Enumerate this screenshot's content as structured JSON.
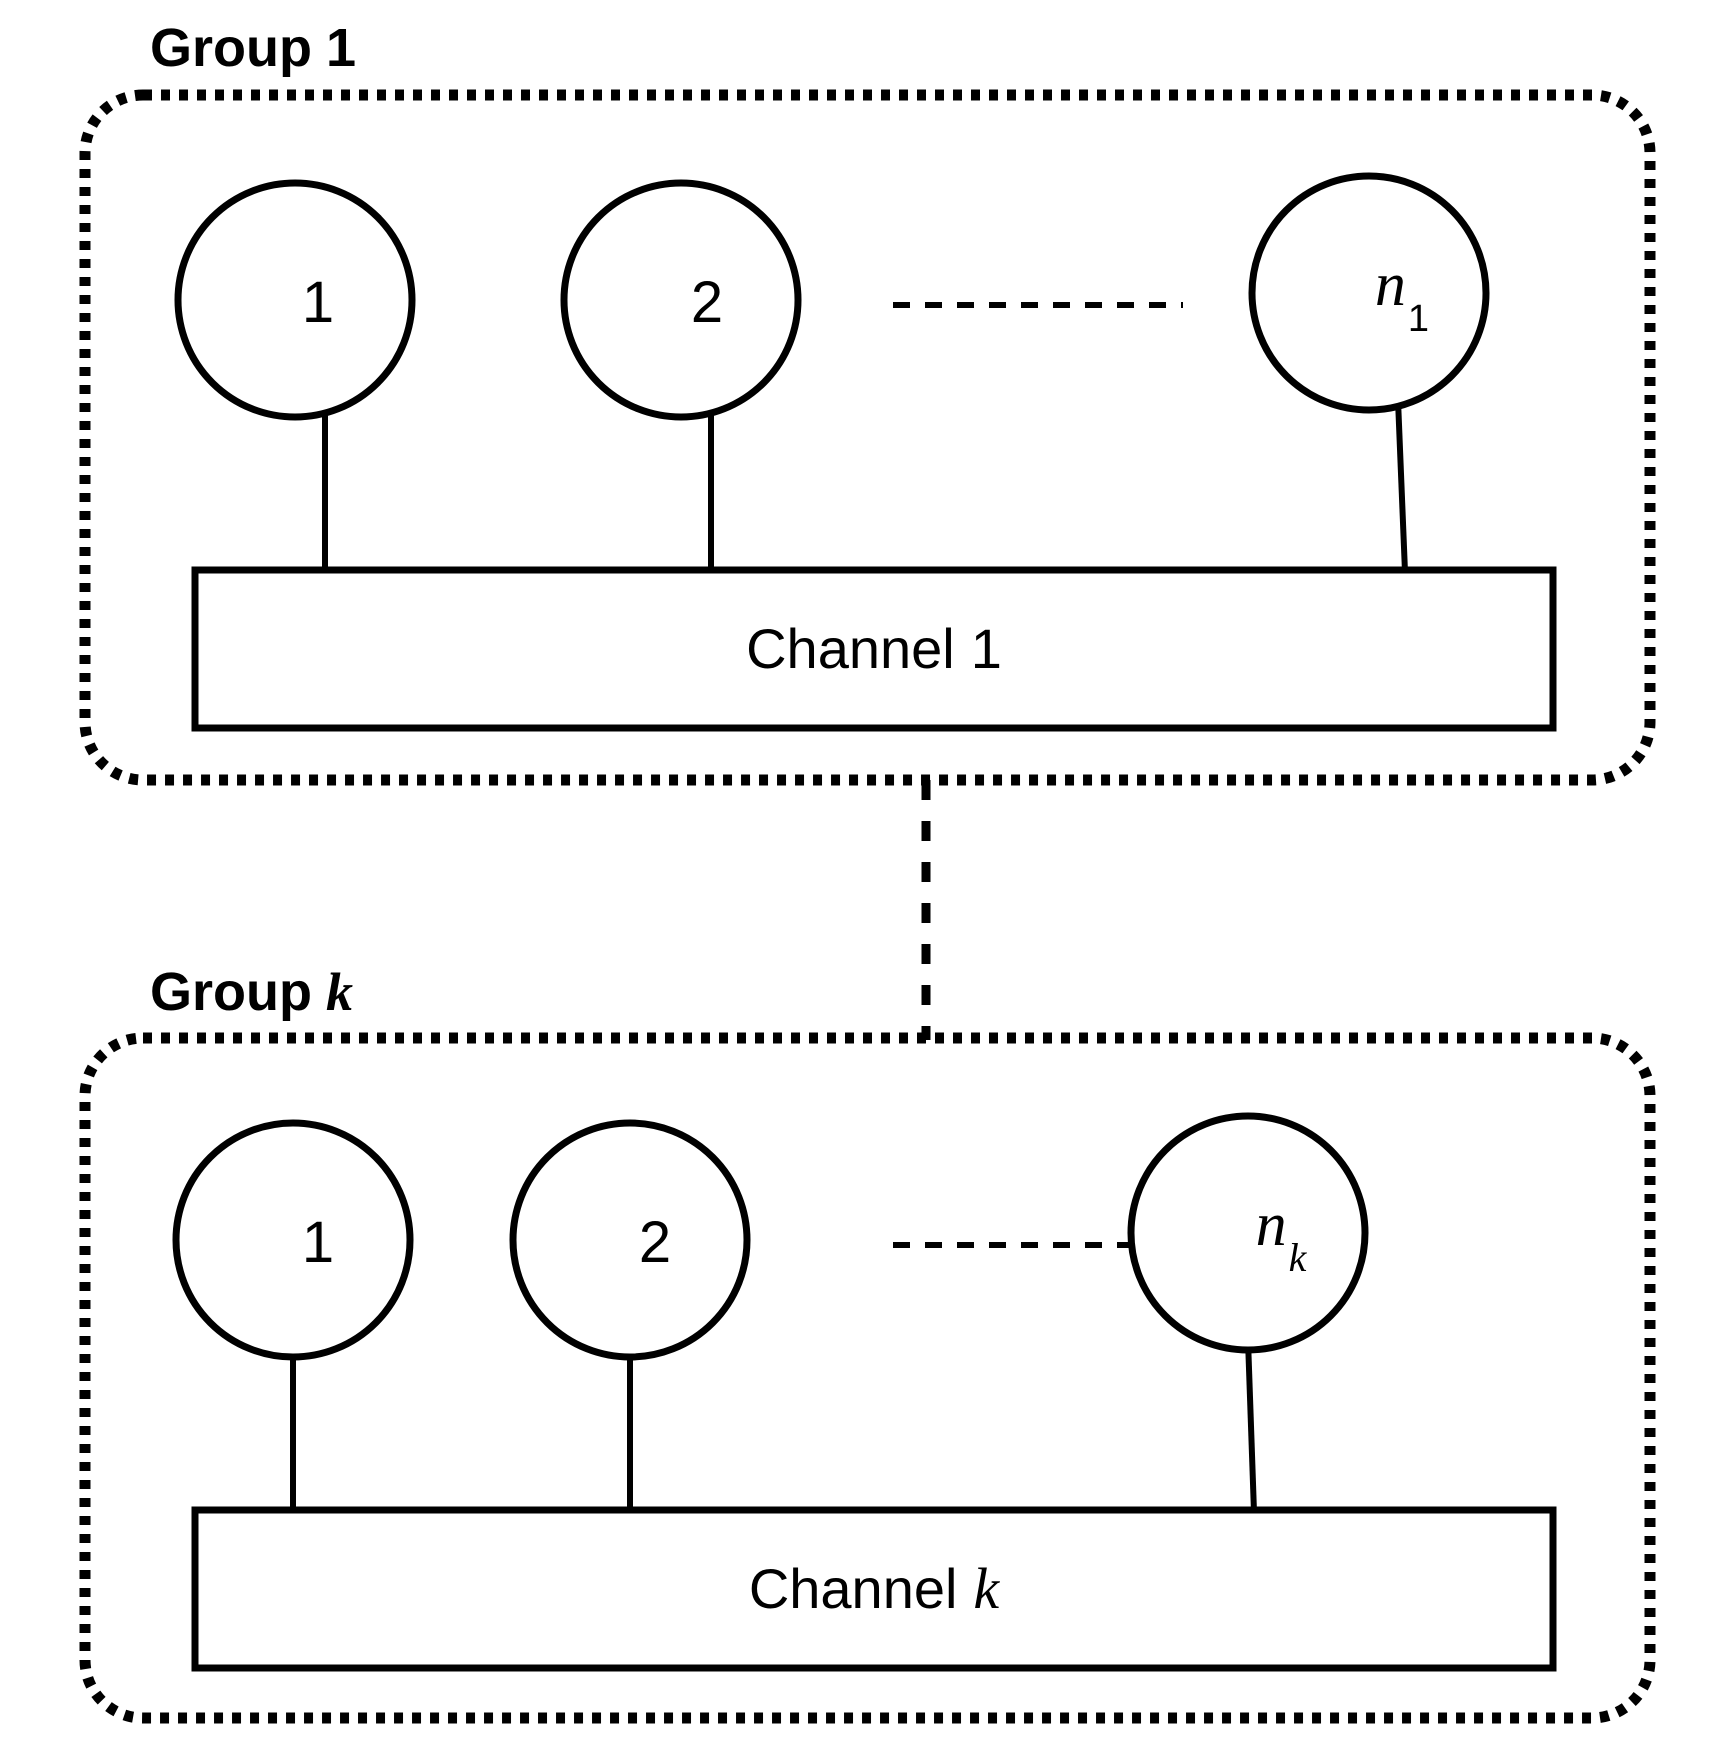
{
  "diagram": {
    "title": "Grouped nodes connected to shared channels",
    "colors": {
      "stroke": "#000000",
      "fill": "#ffffff",
      "background": "#ffffff"
    },
    "groups": [
      {
        "id": "group-1",
        "label_prefix": "Group",
        "label_index": "1",
        "label_index_italic": false,
        "nodes": [
          {
            "id": "g1-n1",
            "label": "1",
            "label_sub": "",
            "italic": false
          },
          {
            "id": "g1-n2",
            "label": "2",
            "label_sub": "",
            "italic": false
          },
          {
            "id": "g1-nlast",
            "label": "n",
            "label_sub": "1",
            "italic": true,
            "sub_italic": false
          }
        ],
        "ellipsis": "dashed-horizontal-line",
        "channel": {
          "id": "channel-1",
          "label_prefix": "Channel",
          "label_index": "1",
          "label_index_italic": false
        }
      },
      {
        "id": "group-k",
        "label_prefix": "Group",
        "label_index": "k",
        "label_index_italic": true,
        "nodes": [
          {
            "id": "gk-n1",
            "label": "1",
            "label_sub": "",
            "italic": false
          },
          {
            "id": "gk-n2",
            "label": "2",
            "label_sub": "",
            "italic": false
          },
          {
            "id": "gk-nlast",
            "label": "n",
            "label_sub": "k",
            "italic": true,
            "sub_italic": true
          }
        ],
        "ellipsis": "dashed-horizontal-line",
        "channel": {
          "id": "channel-k",
          "label_prefix": "Channel",
          "label_index": "k",
          "label_index_italic": true
        }
      }
    ],
    "group_connector": "dashed-vertical-line"
  }
}
